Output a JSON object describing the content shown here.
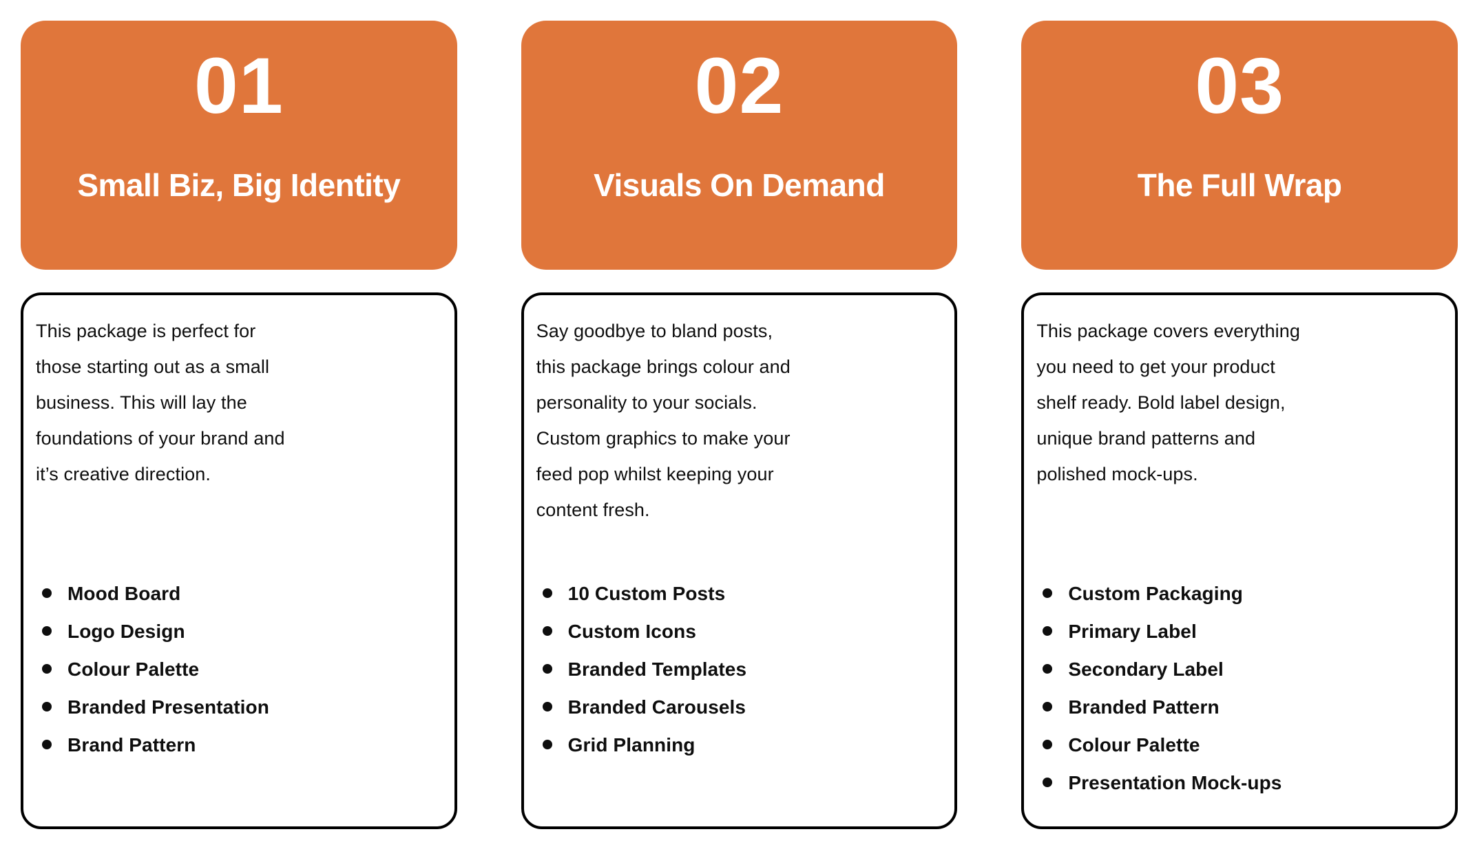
{
  "theme": {
    "accent_orange": "#E0763B",
    "card_border": "#000000",
    "text_color": "#0E0E0E",
    "header_text_color": "#FFFFFF",
    "background": "#FFFFFF"
  },
  "packages": [
    {
      "number": "01",
      "title": "Small Biz, Big Identity",
      "description": "This package is perfect for\nthose starting out as a small\nbusiness. This will lay the\nfoundations of your brand and\nit’s creative direction.",
      "items": [
        "Mood Board",
        "Logo Design",
        "Colour Palette",
        "Branded Presentation",
        "Brand Pattern"
      ]
    },
    {
      "number": "02",
      "title": "Visuals On Demand",
      "description": "Say goodbye to bland posts,\nthis package brings colour and\npersonality to your socials.\nCustom graphics to make your\nfeed pop whilst keeping your\ncontent fresh.",
      "items": [
        "10 Custom Posts",
        "Custom Icons",
        "Branded Templates",
        "Branded Carousels",
        "Grid Planning"
      ]
    },
    {
      "number": "03",
      "title": "The Full Wrap",
      "description": "This package covers everything\nyou need to get your product\nshelf ready. Bold label design,\nunique brand patterns and\npolished mock-ups.",
      "items": [
        "Custom Packaging",
        "Primary Label",
        "Secondary Label",
        "Branded Pattern",
        "Colour Palette",
        "Presentation Mock-ups"
      ]
    }
  ]
}
